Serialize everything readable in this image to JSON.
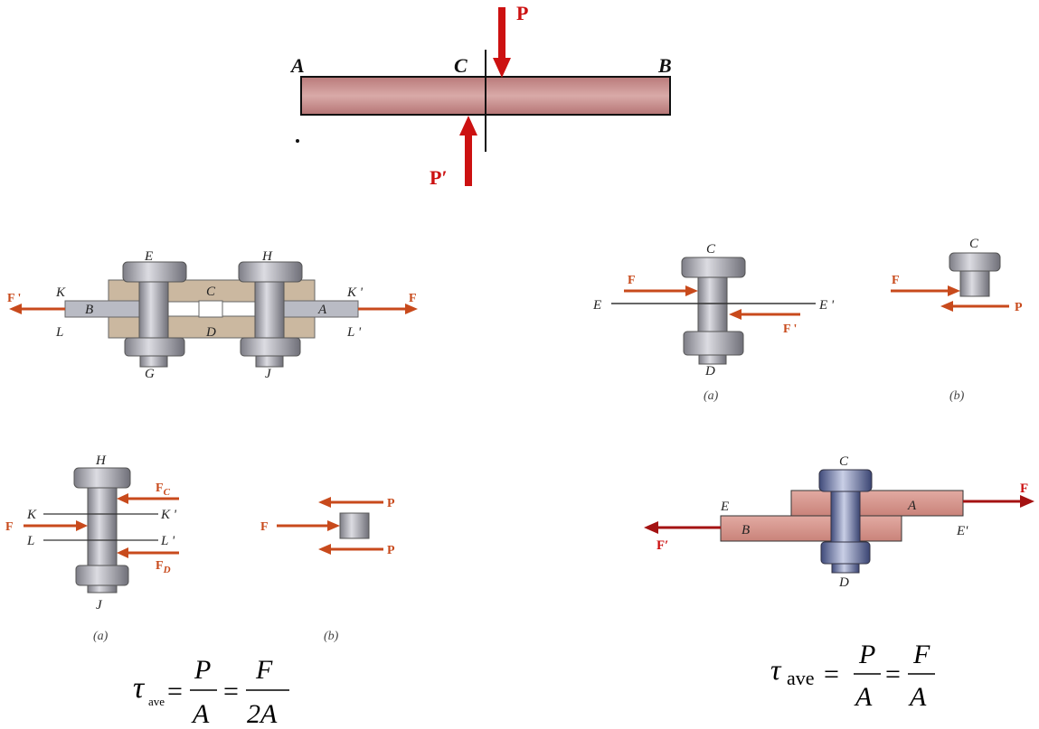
{
  "colors": {
    "force_orange": "#c84a1c",
    "force_red": "#cc1111",
    "bar_fill": "#c98a8a",
    "plate_tan": "#cbb8a0",
    "plate_pink": "#d89a92",
    "bolt_gray": "#a8a8b0",
    "bolt_blue": "#5e6a99"
  },
  "fig1": {
    "A": "A",
    "B": "B",
    "C": "C",
    "P": "P",
    "P_prime": "P′"
  },
  "fig2": {
    "E": "E",
    "H": "H",
    "G": "G",
    "J": "J",
    "C": "C",
    "D": "D",
    "K": "K",
    "L": "L",
    "K_prime": "K '",
    "L_prime": "L '",
    "B": "B",
    "A": "A",
    "F_prime": "F '",
    "F": "F"
  },
  "fig3": {
    "C": "C",
    "D": "D",
    "E": "E",
    "E_prime": "E '",
    "F": "F",
    "F_prime": "F '",
    "cap_a": "(a)",
    "Cb": "C",
    "Fb": "F",
    "Pb": "P",
    "cap_b": "(b)"
  },
  "fig4": {
    "H": "H",
    "J": "J",
    "K": "K",
    "L": "L",
    "K_prime": "K '",
    "L_prime": "L '",
    "F": "F",
    "FC": "F",
    "FC_sub": "C",
    "FD": "F",
    "FD_sub": "D",
    "cap_a": "(a)",
    "Fb": "F",
    "P1": "P",
    "P2": "P",
    "cap_b": "(b)"
  },
  "fig5": {
    "C": "C",
    "D": "D",
    "E": "E",
    "E_prime": "E'",
    "A": "A",
    "B": "B",
    "F": "F",
    "F_prime": "F′"
  },
  "eq_left": {
    "tau": "τ",
    "sub": "ave",
    "eq1": "=",
    "num1": "P",
    "den1": "A",
    "eq2": "=",
    "num2": "F",
    "den2": "2A"
  },
  "eq_right": {
    "tau": "τ",
    "sub": "ave",
    "eq1": "=",
    "num1": "P",
    "den1": "A",
    "eq2": "=",
    "num2": "F",
    "den2": "A"
  }
}
